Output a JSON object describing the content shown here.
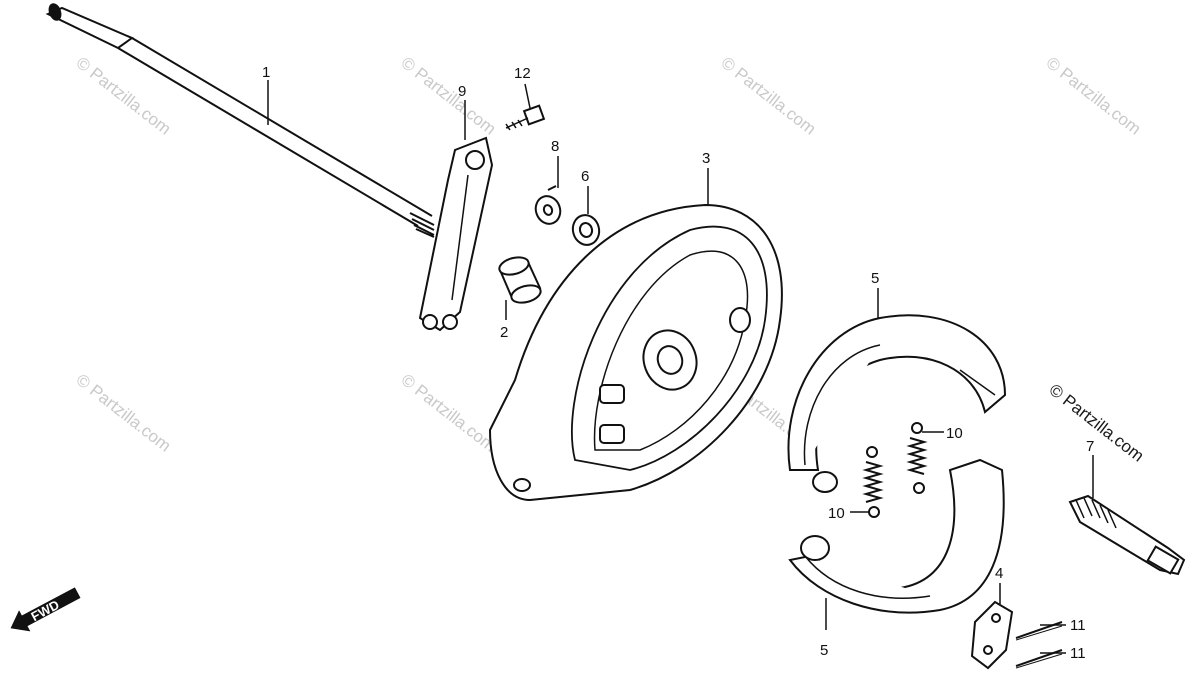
{
  "watermark": "© Partzilla.com",
  "fwd_label": "FWD",
  "brand_watermark": "© Partzilla.com",
  "callouts": {
    "axle": "1",
    "collar": "2",
    "brake_panel": "3",
    "plate": "4",
    "shoe_upper": "5",
    "shoe_lower": "5",
    "washer_6": "6",
    "cam": "7",
    "indicator": "8",
    "arm": "9",
    "spring_right": "10",
    "spring_left": "10",
    "pin_upper": "11",
    "pin_lower": "11",
    "bolt": "12"
  },
  "colors": {
    "ink": "#111111",
    "watermark": "#c9c9c9"
  }
}
